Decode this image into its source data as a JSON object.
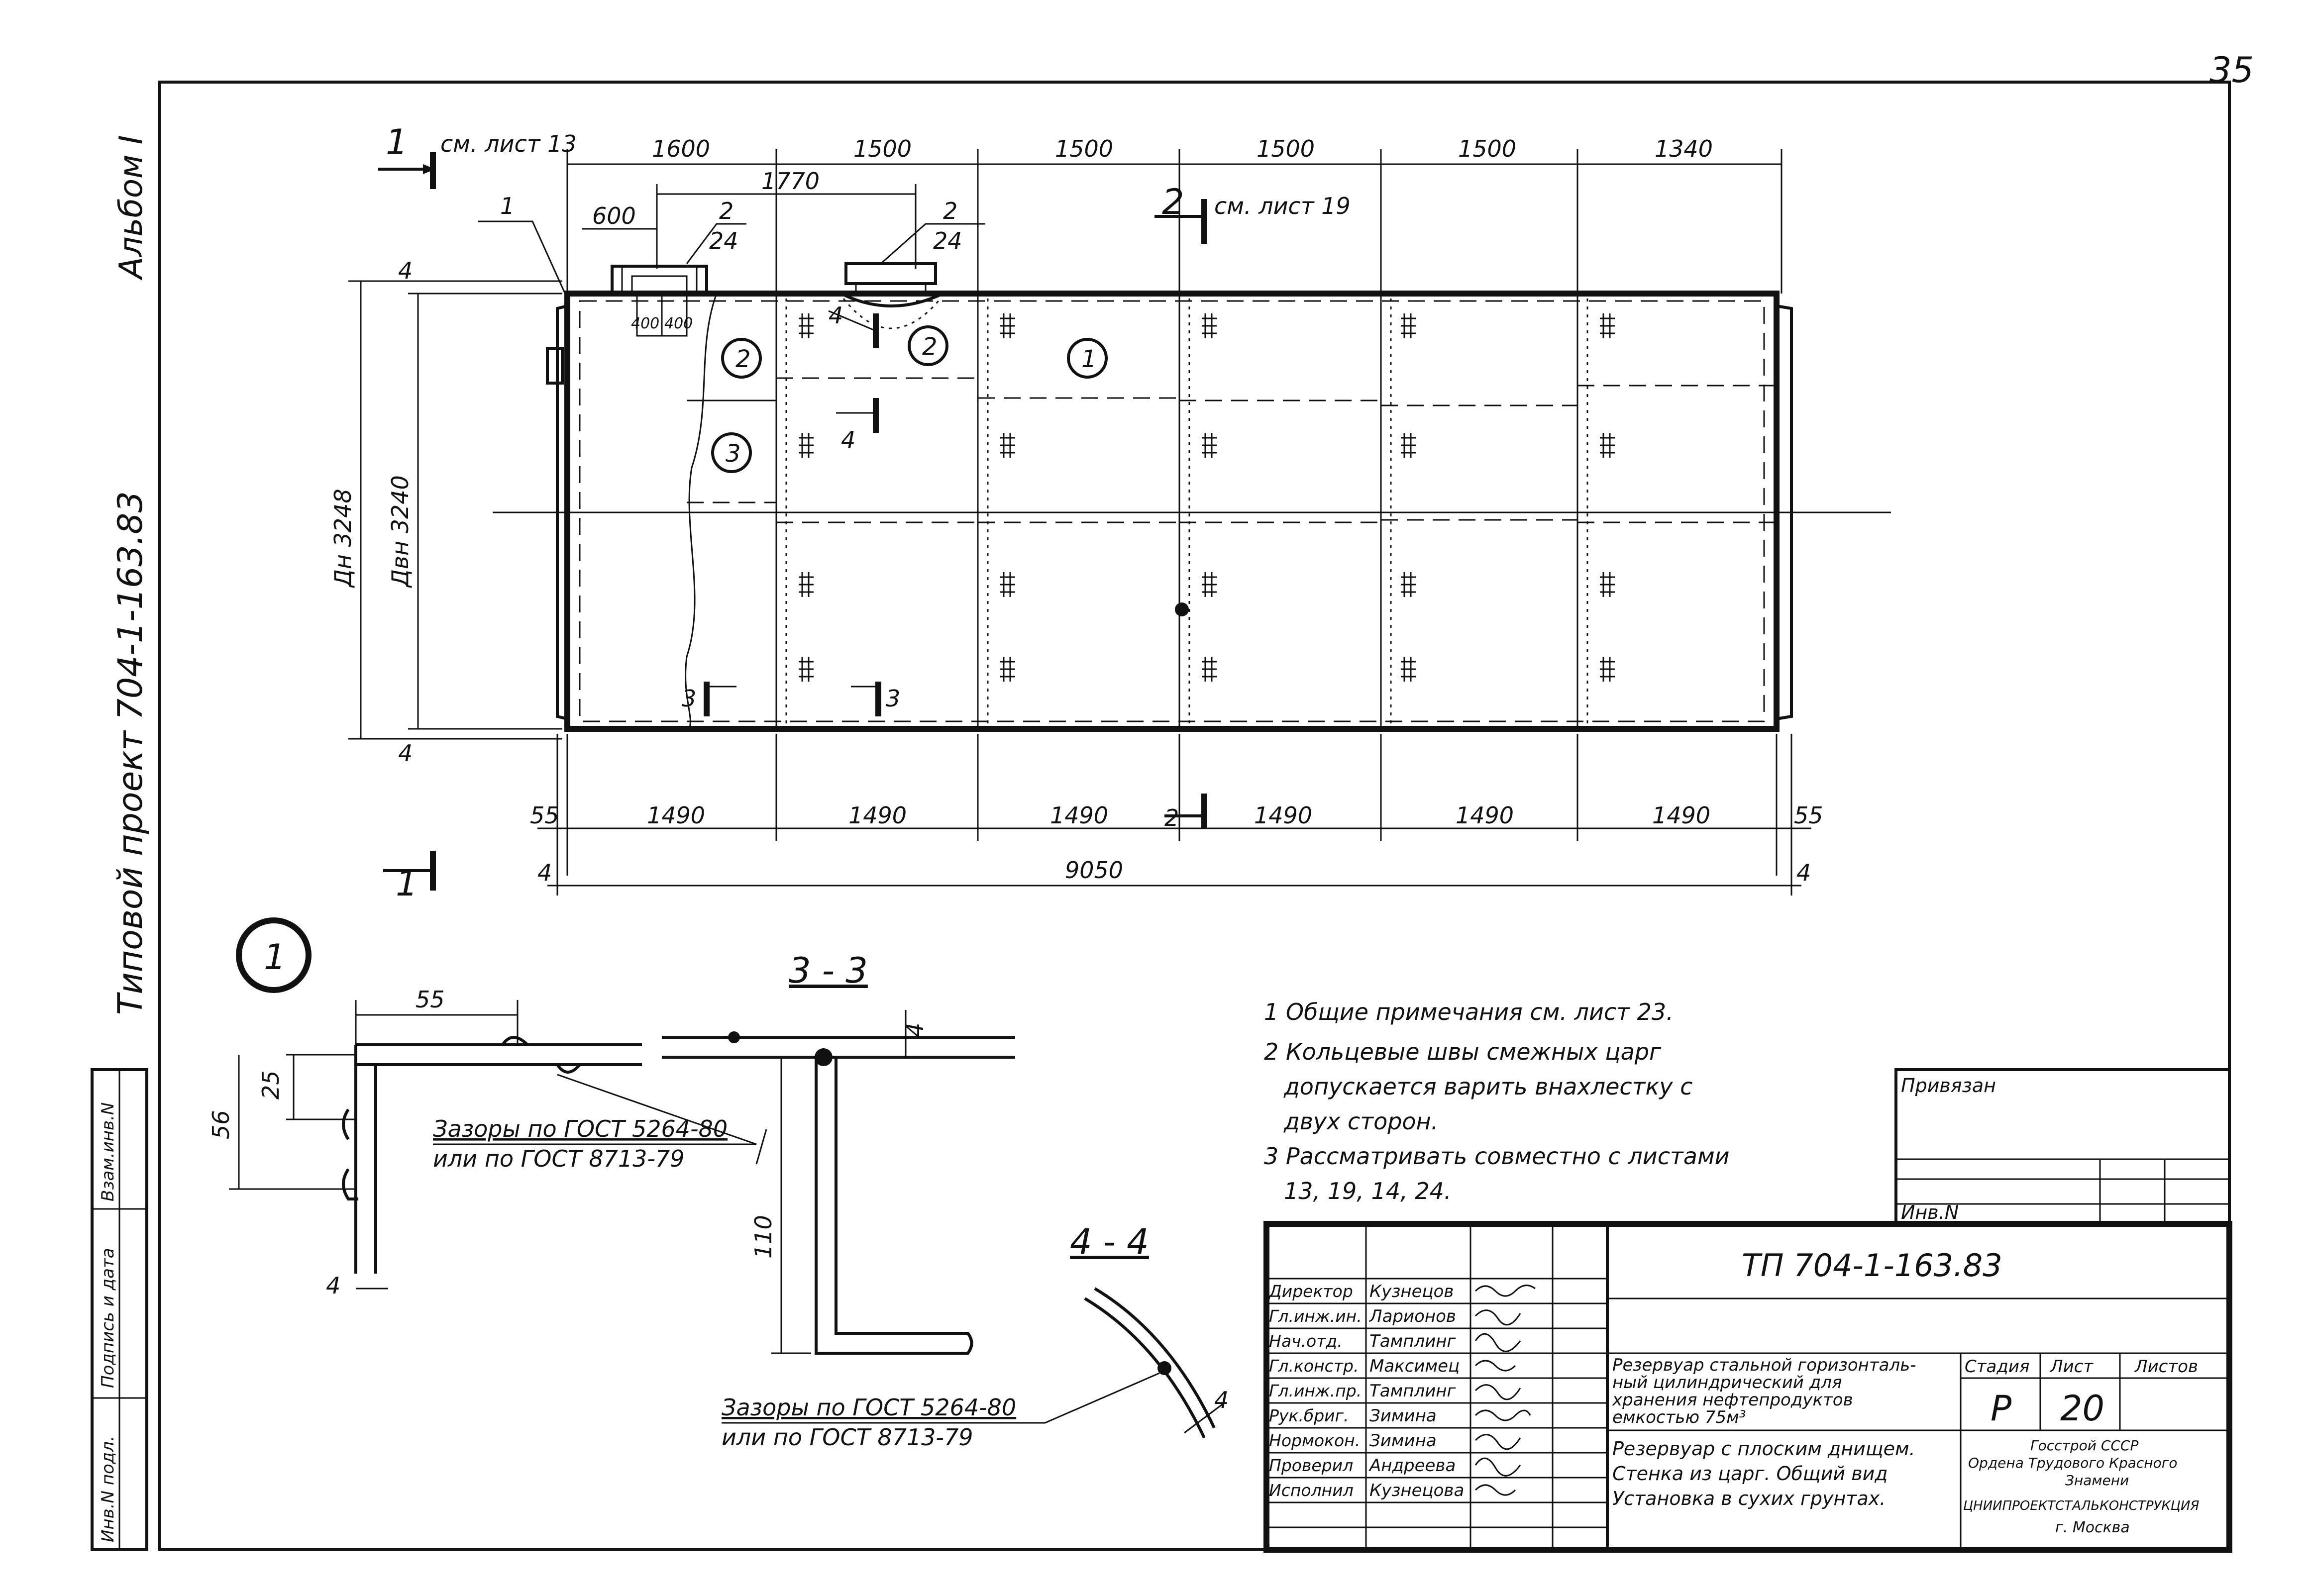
{
  "page_number": "35",
  "side": {
    "album": "Альбом I",
    "project": "Типовой проект   704-1-163.83",
    "stamp_labels": [
      "Инв.N подл.",
      "Подпись и дата",
      "Взам.инв.N"
    ]
  },
  "section_marks": {
    "one_top": "1",
    "one_top_ref": "см. лист 13",
    "two_top": "2",
    "two_top_ref": "см. лист 19",
    "two_bottom": "2",
    "one_bottom": "1",
    "four_a": "4",
    "four_b": "4",
    "three_a": "3",
    "three_b": "3"
  },
  "dims_top": [
    "1600",
    "1500",
    "1500",
    "1500",
    "1500",
    "1340"
  ],
  "dims_bottom": [
    "1490",
    "1490",
    "1490",
    "1490",
    "1490",
    "1490"
  ],
  "dim_misc": {
    "d1770": "1770",
    "d600": "600",
    "d400a": "400",
    "d400b": "400",
    "d55l": "55",
    "d55r": "55",
    "d4l": "4",
    "d4r": "4",
    "d9050": "9050",
    "d4top": "4",
    "d4bot": "4",
    "dn": "Дн 3248",
    "dvn": "Двн 3240"
  },
  "fractions": [
    {
      "num": "2",
      "den": "24"
    },
    {
      "num": "2",
      "den": "24"
    }
  ],
  "leader_one": "1",
  "bubbles": [
    "2",
    "3",
    "2",
    "1"
  ],
  "detail": {
    "callout": "1",
    "d55": "55",
    "d25": "25",
    "d56": "56",
    "d4": "4",
    "gap1": "Зазоры по ГОСТ 5264-80",
    "gap2": "или по ГОСТ 8713-79"
  },
  "section33": {
    "title": "3 - 3",
    "d4": "4",
    "d110": "110"
  },
  "section44": {
    "title": "4 - 4",
    "d4": "4",
    "gap1": "Зазоры по ГОСТ 5264-80",
    "gap2": "или по ГОСТ 8713-79"
  },
  "notes": [
    "1  Общие примечания см. лист 23.",
    "2  Кольцевые швы смежных царг",
    "допускается варить внахлестку с",
    "двух сторон.",
    "3  Рассматривать совместно с листами",
    "13, 19, 14, 24."
  ],
  "title_block": {
    "privyazan": "Привязан",
    "inv": "Инв.N",
    "code": "ТП 704-1-163.83",
    "roles": [
      "Директор",
      "Гл.инж.ин.",
      "Нач.отд.",
      "Гл.констр.",
      "Гл.инж.пр.",
      "Рук.бриг.",
      "Нормокон.",
      "Проверил",
      "Исполнил"
    ],
    "names": [
      "Кузнецов",
      "Ларионов",
      "Тамплинг",
      "Максимец",
      "Тамплинг",
      "Зимина",
      "Зимина",
      "Андреева",
      "Кузнецова"
    ],
    "title_lines": [
      "Резервуар стальной горизонталь-",
      "ный цилиндрический для",
      "хранения нефтепродуктов",
      "емкостью 75м³"
    ],
    "sub_lines": [
      "Резервуар с плоским днищем.",
      "Стенка из царг. Общий вид",
      "Установка в сухих грунтах."
    ],
    "stage_head": "Стадия",
    "sheet_head": "Лист",
    "sheets_head": "Листов",
    "stage": "Р",
    "sheet": "20",
    "org_lines": [
      "Госстрой СССР",
      "Ордена Трудового Красного",
      "Знамени",
      "ЦНИИПРОЕКТСТАЛЬКОНСТРУКЦИЯ",
      "г. Москва"
    ]
  }
}
